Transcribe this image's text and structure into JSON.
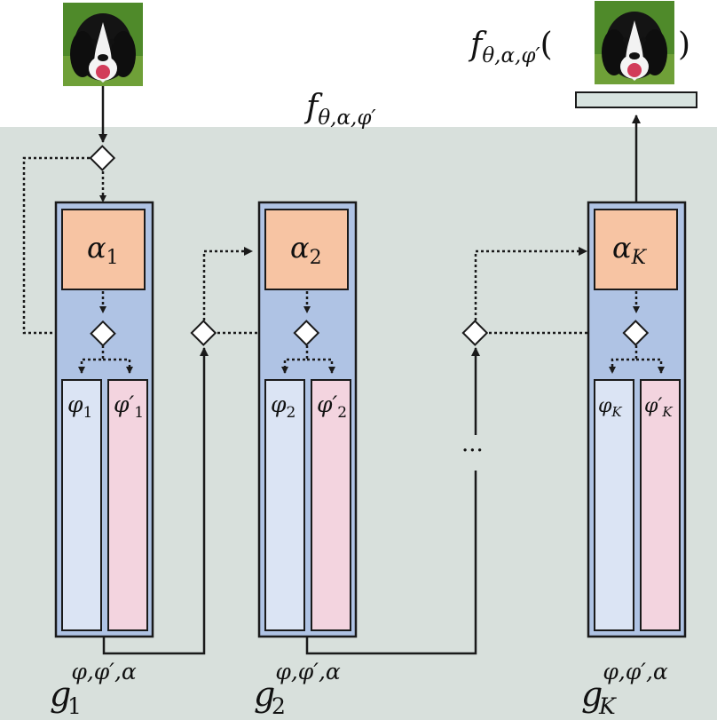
{
  "diagram": {
    "top_function_label": {
      "base": "f",
      "sub": "θ,α,φ′"
    },
    "output_label": {
      "base": "f",
      "sub": "θ,α,φ′",
      "open": "(",
      "close": ")"
    },
    "ellipsis": "···",
    "images": {
      "input": "dog-photo",
      "output": "dog-photo"
    },
    "blocks": [
      {
        "alpha": "α",
        "alpha_sub": "1",
        "phi": "φ",
        "phi_sub": "1",
        "phip": "φ′",
        "phip_sub": "1",
        "g_base": "g",
        "g_sub": "1",
        "g_sup": "φ,φ′,α"
      },
      {
        "alpha": "α",
        "alpha_sub": "2",
        "phi": "φ",
        "phi_sub": "2",
        "phip": "φ′",
        "phip_sub": "2",
        "g_base": "g",
        "g_sub": "2",
        "g_sup": "φ,φ′,α"
      },
      {
        "alpha": "α",
        "alpha_sub": "K",
        "phi": "φ",
        "phi_sub": "K",
        "phip": "φ′",
        "phip_sub": "K",
        "g_base": "g",
        "g_sub": "K",
        "g_sup": "φ,φ′,α"
      }
    ],
    "colors": {
      "background_panel": "#d8e0dc",
      "block_body": "#afc3e4",
      "alpha_box": "#f7c4a3",
      "phi_column": "#dbe4f4",
      "phip_column": "#f3d4df",
      "output_bar": "#d8e3df",
      "stroke": "#1a1a1a"
    }
  }
}
